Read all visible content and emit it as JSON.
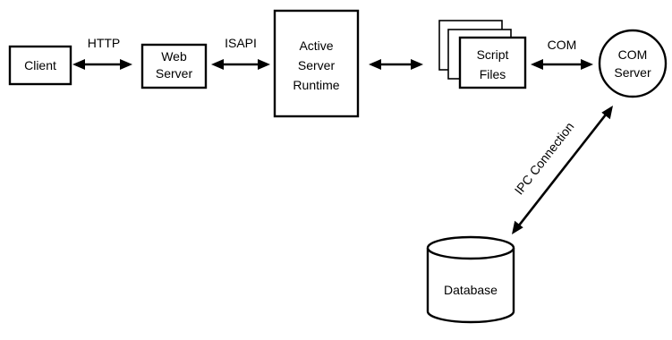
{
  "diagram": {
    "nodes": {
      "client": {
        "line1": "Client"
      },
      "web_server": {
        "line1": "Web",
        "line2": "Server"
      },
      "asp_runtime": {
        "line1": "Active",
        "line2": "Server",
        "line3": "Runtime"
      },
      "script_files": {
        "line1": "Script",
        "line2": "Files"
      },
      "com_server": {
        "line1": "COM",
        "line2": "Server"
      },
      "database": {
        "line1": "Database"
      }
    },
    "connections": {
      "client_web": "HTTP",
      "web_runtime": "ISAPI",
      "runtime_scripts": "",
      "scripts_com": "COM",
      "com_database": "IPC Connection"
    }
  }
}
